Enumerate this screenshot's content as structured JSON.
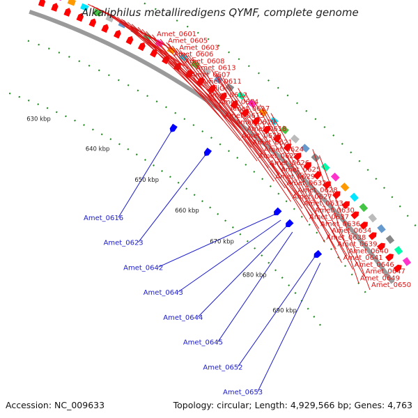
{
  "title": "Alkaliphilus metalliredigens QYMF, complete genome",
  "footer": {
    "accession": "Accession: NC_009633",
    "topology": "Topology: circular; Length: 4,929,566 bp; Genes: 4,763"
  },
  "colors": {
    "forward_gene": "#ff0000",
    "reverse_gene": "#0000ff",
    "forward_label": "#dd1111",
    "reverse_label": "#1a1acc",
    "backbone": "#9a9a9a",
    "tick": "#1f8a1f"
  },
  "scale_ticks": [
    {
      "label": "630 kbp",
      "pos": 0.13
    },
    {
      "label": "640 kbp",
      "pos": 0.3
    },
    {
      "label": "650 kbp",
      "pos": 0.45
    },
    {
      "label": "660 kbp",
      "pos": 0.58
    },
    {
      "label": "670 kbp",
      "pos": 0.7
    },
    {
      "label": "680 kbp",
      "pos": 0.82
    },
    {
      "label": "690 kbp",
      "pos": 0.94
    }
  ],
  "forward_labels": [
    {
      "text": "Amet_0601",
      "pos": 0.095
    },
    {
      "text": "Amet_0605",
      "pos": 0.105
    },
    {
      "text": "Amet_0603",
      "pos": 0.115
    },
    {
      "text": "Amet_0606",
      "pos": 0.13
    },
    {
      "text": "Amet_0608",
      "pos": 0.14
    },
    {
      "text": "Amet_0613",
      "pos": 0.15
    },
    {
      "text": "Amet_0607",
      "pos": 0.155
    },
    {
      "text": "Amet_0611",
      "pos": 0.165
    },
    {
      "text": "fliG",
      "pos": 0.175
    },
    {
      "text": "Amet_0612",
      "pos": 0.18
    },
    {
      "text": "Amet_0614",
      "pos": 0.19
    },
    {
      "text": "Amet_0617",
      "pos": 0.2
    },
    {
      "text": "Amet_0615",
      "pos": 0.215
    },
    {
      "text": "Amet_0619",
      "pos": 0.225
    },
    {
      "text": "Amet_0618",
      "pos": 0.235
    },
    {
      "text": "Amet_0620",
      "pos": 0.25
    },
    {
      "text": "Amet_0621",
      "pos": 0.27
    },
    {
      "text": "Amet_0624",
      "pos": 0.285
    },
    {
      "text": "Amet_0622",
      "pos": 0.29
    },
    {
      "text": "Amet_0626",
      "pos": 0.3
    },
    {
      "text": "Amet_0625",
      "pos": 0.31
    },
    {
      "text": "Amet_0629",
      "pos": 0.32
    },
    {
      "text": "Amet_0632",
      "pos": 0.33
    },
    {
      "text": "Amet_0628",
      "pos": 0.34
    },
    {
      "text": "Amet_0627",
      "pos": 0.35
    },
    {
      "text": "Amet_0633",
      "pos": 0.36
    },
    {
      "text": "Amet_0630",
      "pos": 0.4
    },
    {
      "text": "Amet_0637",
      "pos": 0.41
    },
    {
      "text": "Amet_0636",
      "pos": 0.42
    },
    {
      "text": "Amet_0634",
      "pos": 0.43
    },
    {
      "text": "Amet_0638",
      "pos": 0.47
    },
    {
      "text": "Amet_0639",
      "pos": 0.49
    },
    {
      "text": "Amet_0640",
      "pos": 0.51
    },
    {
      "text": "Amet_0641",
      "pos": 0.53
    },
    {
      "text": "Amet_0646",
      "pos": 0.54
    },
    {
      "text": "Amet_0647",
      "pos": 0.56
    },
    {
      "text": "Amet_0649",
      "pos": 0.68
    },
    {
      "text": "Amet_0650",
      "pos": 0.7
    }
  ],
  "reverse_labels": [
    {
      "text": "Amet_0616",
      "pos": 0.4
    },
    {
      "text": "Amet_0623",
      "pos": 0.5
    },
    {
      "text": "Amet_0642",
      "pos": 0.72
    },
    {
      "text": "Amet_0643",
      "pos": 0.74
    },
    {
      "text": "Amet_0644",
      "pos": 0.76
    },
    {
      "text": "Amet_0645",
      "pos": 0.78
    },
    {
      "text": "Amet_0652",
      "pos": 0.86
    },
    {
      "text": "Amet_0653",
      "pos": 0.88
    }
  ]
}
